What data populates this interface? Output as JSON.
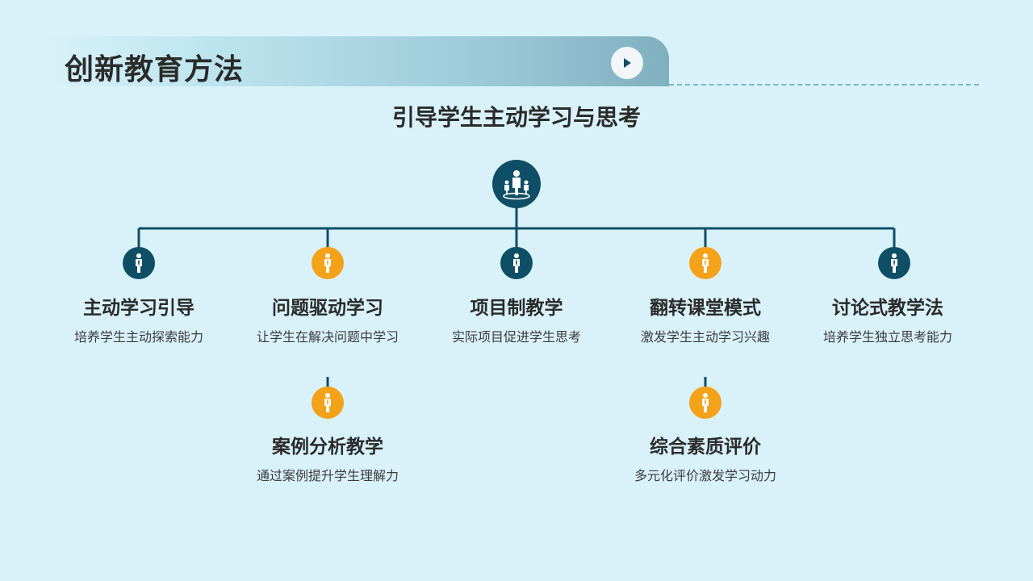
{
  "header": {
    "title": "创新教育方法"
  },
  "subtitle": "引导学生主动学习与思考",
  "colors": {
    "teal": "#0f4f66",
    "orange": "#f5a21b",
    "line": "#0f4f66",
    "background": "#d9f2f9"
  },
  "icons": {
    "root": "group-people-icon",
    "node": "person-icon",
    "header": "play-icon"
  },
  "nodes": [
    {
      "title": "主动学习引导",
      "desc": "培养学生主动探索能力",
      "color": "teal"
    },
    {
      "title": "问题驱动学习",
      "desc": "让学生在解决问题中学习",
      "color": "orange"
    },
    {
      "title": "项目制教学",
      "desc": "实际项目促进学生思考",
      "color": "teal"
    },
    {
      "title": "翻转课堂模式",
      "desc": "激发学生主动学习兴趣",
      "color": "orange"
    },
    {
      "title": "讨论式教学法",
      "desc": "培养学生独立思考能力",
      "color": "teal"
    },
    {
      "title": "案例分析教学",
      "desc": "通过案例提升学生理解力",
      "color": "orange"
    },
    {
      "title": "综合素质评价",
      "desc": "多元化评价激发学习动力",
      "color": "orange"
    }
  ]
}
